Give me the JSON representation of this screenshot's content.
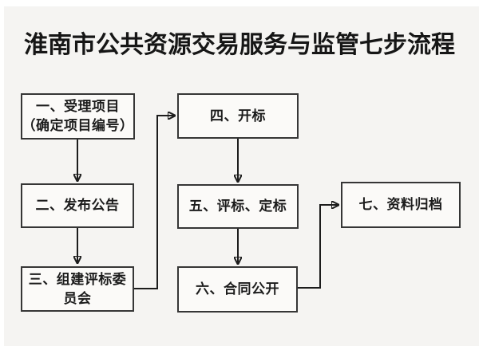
{
  "title": "淮南市公共资源交易服务与监管七步流程",
  "flowchart": {
    "type": "flowchart",
    "nodes": [
      {
        "id": "step-1",
        "lines": [
          "一、受理项目",
          "（确定项目编号）"
        ],
        "label": "一、受理项目（确定项目编号）"
      },
      {
        "id": "step-2",
        "lines": [
          "二、发布公告"
        ],
        "label": "二、发布公告"
      },
      {
        "id": "step-3",
        "lines": [
          "三、组建评标委",
          "员会"
        ],
        "label": "三、组建评标委员会"
      },
      {
        "id": "step-4",
        "lines": [
          "四、开标"
        ],
        "label": "四、开标"
      },
      {
        "id": "step-5",
        "lines": [
          "五、评标、定标"
        ],
        "label": "五、评标、定标"
      },
      {
        "id": "step-6",
        "lines": [
          "六、合同公开"
        ],
        "label": "六、合同公开"
      },
      {
        "id": "step-7",
        "lines": [
          "七、资料归档"
        ],
        "label": "七、资料归档"
      }
    ],
    "edges": [
      {
        "from": "step-1",
        "to": "step-2",
        "style": "straight-down"
      },
      {
        "from": "step-2",
        "to": "step-3",
        "style": "straight-down"
      },
      {
        "from": "step-3",
        "to": "step-4",
        "style": "elbow-right-up-right"
      },
      {
        "from": "step-4",
        "to": "step-5",
        "style": "straight-down"
      },
      {
        "from": "step-5",
        "to": "step-6",
        "style": "straight-down"
      },
      {
        "from": "step-6",
        "to": "step-7",
        "style": "elbow-right-up-right"
      }
    ]
  },
  "colors": {
    "page_background": "#f5f4f2",
    "page_margin": "#ffffff",
    "box_fill": "#fbfaf8",
    "box_border": "#363636",
    "connector": "#1c1c1c",
    "text": "#1c1c1c",
    "title_text": "#161616"
  }
}
